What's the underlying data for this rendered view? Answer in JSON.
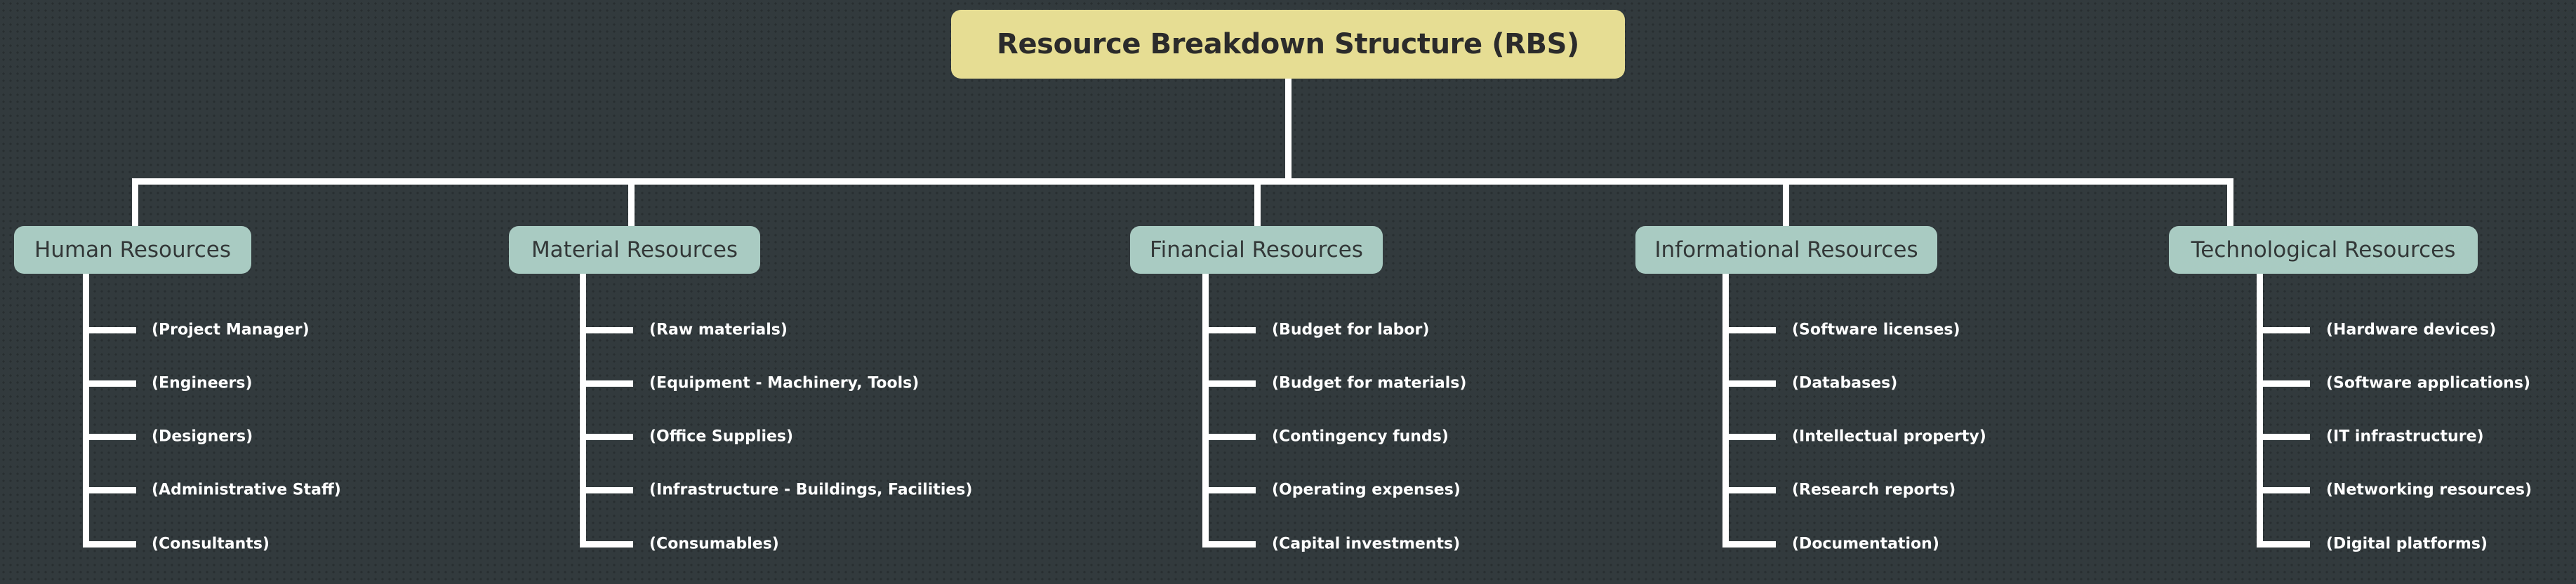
{
  "diagram": {
    "title": "Resource Breakdown Structure (RBS)",
    "type": "tree",
    "colors": {
      "background": "#323a3d",
      "root_fill": "#e6dd93",
      "root_text": "#2b2b2b",
      "category_fill": "#a9cbc2",
      "category_text": "#333838",
      "connector": "#ffffff",
      "leaf_text": "#ffffff"
    },
    "root": {
      "label": "Resource Breakdown Structure (RBS)"
    },
    "branches": [
      {
        "label": "Human Resources",
        "leaves": [
          "(Project Manager)",
          "(Engineers)",
          "(Designers)",
          "(Administrative Staff)",
          "(Consultants)"
        ]
      },
      {
        "label": "Material Resources",
        "leaves": [
          "(Raw materials)",
          "(Equipment - Machinery, Tools)",
          "(Office Supplies)",
          "(Infrastructure - Buildings, Facilities)",
          "(Consumables)"
        ]
      },
      {
        "label": "Financial Resources",
        "leaves": [
          "(Budget for labor)",
          "(Budget for materials)",
          "(Contingency funds)",
          "(Operating expenses)",
          "(Capital investments)"
        ]
      },
      {
        "label": "Informational Resources",
        "leaves": [
          "(Software licenses)",
          "(Databases)",
          "(Intellectual property)",
          "(Research reports)",
          "(Documentation)"
        ]
      },
      {
        "label": "Technological Resources",
        "leaves": [
          "(Hardware devices)",
          "(Software applications)",
          "(IT infrastructure)",
          "(Networking resources)",
          "(Digital platforms)"
        ]
      }
    ]
  }
}
